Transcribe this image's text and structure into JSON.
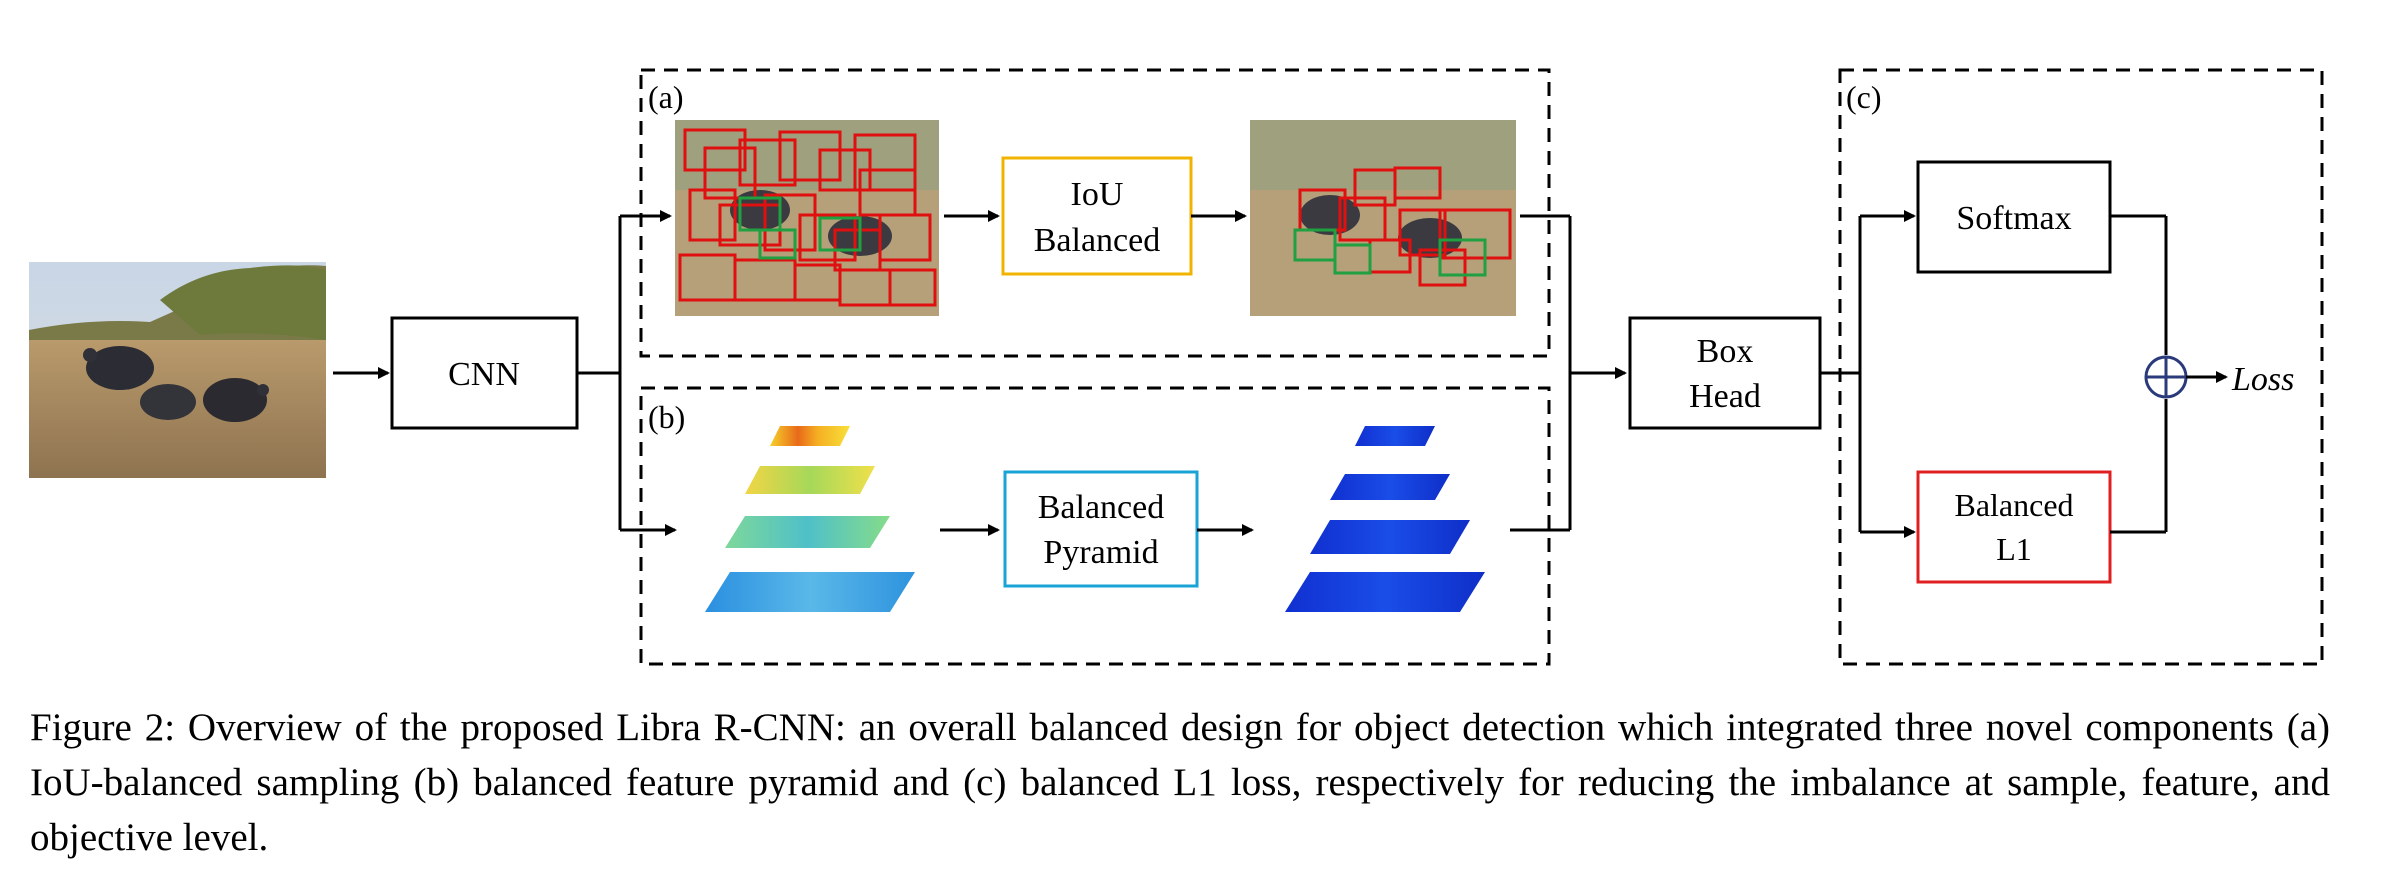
{
  "panels": {
    "a": {
      "label": "(a)"
    },
    "b": {
      "label": "(b)"
    },
    "c": {
      "label": "(c)"
    }
  },
  "nodes": {
    "cnn": {
      "label": "CNN"
    },
    "iou_balanced": {
      "line1": "IoU",
      "line2": "Balanced"
    },
    "balanced_pyramid": {
      "line1": "Balanced",
      "line2": "Pyramid"
    },
    "box_head": {
      "line1": "Box",
      "line2": "Head"
    },
    "softmax": {
      "label": "Softmax"
    },
    "balanced_l1": {
      "line1": "Balanced",
      "line2": "L1"
    },
    "loss": {
      "label": "Loss"
    }
  },
  "colors": {
    "iou_border": "#f0b400",
    "pyramid_border": "#1aa3d6",
    "l1_border": "#e02020",
    "sum_node": "#2a3a7a",
    "neg_box": "#e01010",
    "pos_box": "#20a040"
  },
  "caption": "Figure 2: Overview of the proposed Libra R-CNN: an overall balanced design for object detection which integrated three novel components (a) IoU-balanced sampling (b) balanced feature pyramid and (c) balanced L1 loss, respectively for reducing the imbalance at sample, feature, and objective level."
}
